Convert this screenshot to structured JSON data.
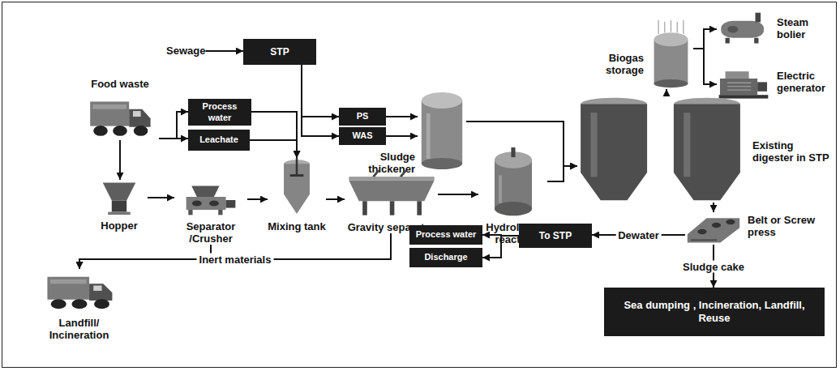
{
  "diagram": {
    "nodes": [
      {
        "text": [
          "Food waste"
        ]
      },
      {
        "text": [
          "Sewage"
        ]
      },
      {
        "text": [
          "STP"
        ]
      },
      {
        "text": [
          "Process water"
        ]
      },
      {
        "text": [
          "Leachate"
        ]
      },
      {
        "text": [
          "PS"
        ]
      },
      {
        "text": [
          "WAS"
        ]
      },
      {
        "text": [
          "Sludge thickener"
        ]
      },
      {
        "text": [
          "Hopper"
        ]
      },
      {
        "text": [
          "Separator /Crusher"
        ]
      },
      {
        "text": [
          "Mixing tank"
        ]
      },
      {
        "text": [
          "Gravity separator"
        ]
      },
      {
        "text": [
          "Hydrolysis reactor"
        ]
      },
      {
        "text": [
          "Biogas storage"
        ]
      },
      {
        "text": [
          "Steam bolier"
        ]
      },
      {
        "text": [
          "Electric generator"
        ]
      },
      {
        "text": [
          "Existing digester in STP"
        ]
      },
      {
        "text": [
          "Landfill/ Incineration"
        ]
      },
      {
        "text": [
          "Belt or Screw press"
        ]
      },
      {
        "text": [
          "To STP"
        ]
      },
      {
        "text": [
          "Process water"
        ]
      },
      {
        "text": [
          "Discharge"
        ]
      },
      {
        "text": [
          "Sea dumping , Incineration, Landfill, Reuse"
        ]
      }
    ],
    "edges": [
      {
        "from": 0,
        "to": 8,
        "arrow": "to"
      },
      {
        "from": 0,
        "to": 3,
        "arrow": "to"
      },
      {
        "from": 0,
        "to": 4,
        "arrow": "to"
      },
      {
        "from": 3,
        "to": 10,
        "arrow": "to"
      },
      {
        "from": 4,
        "to": 10,
        "arrow": "to"
      },
      {
        "from": 1,
        "to": 2,
        "arrow": "to"
      },
      {
        "from": 2,
        "to": 5,
        "arrow": "to"
      },
      {
        "from": 2,
        "to": 6,
        "arrow": "to"
      },
      {
        "from": 5,
        "to": 7,
        "arrow": "to"
      },
      {
        "from": 6,
        "to": 7,
        "arrow": "to"
      },
      {
        "from": 8,
        "to": 9,
        "arrow": "to"
      },
      {
        "from": 9,
        "to": 10,
        "arrow": "to"
      },
      {
        "from": 10,
        "to": 11,
        "arrow": "to"
      },
      {
        "from": 11,
        "to": 12,
        "arrow": "to"
      },
      {
        "from": 12,
        "to": 16,
        "arrow": "to"
      },
      {
        "from": 7,
        "to": 16,
        "arrow": "to"
      },
      {
        "from": 16,
        "to": 13,
        "arrow": "to"
      },
      {
        "from": 13,
        "to": 14,
        "arrow": "to"
      },
      {
        "from": 13,
        "to": 15,
        "arrow": "to"
      },
      {
        "from": 9,
        "to": 17,
        "arrow": "to"
      },
      {
        "from": 11,
        "to": 17,
        "label": "Inert materials",
        "arrow": "to"
      },
      {
        "from": 16,
        "to": 18,
        "arrow": "to"
      },
      {
        "from": 18,
        "to": 19,
        "label": "Dewater",
        "arrow": "to"
      },
      {
        "from": 18,
        "to": 22,
        "label": "Sludge cake",
        "arrow": "to"
      },
      {
        "from": 19,
        "to": 20,
        "arrow": "to"
      },
      {
        "from": 19,
        "to": 21,
        "arrow": "to"
      }
    ]
  }
}
